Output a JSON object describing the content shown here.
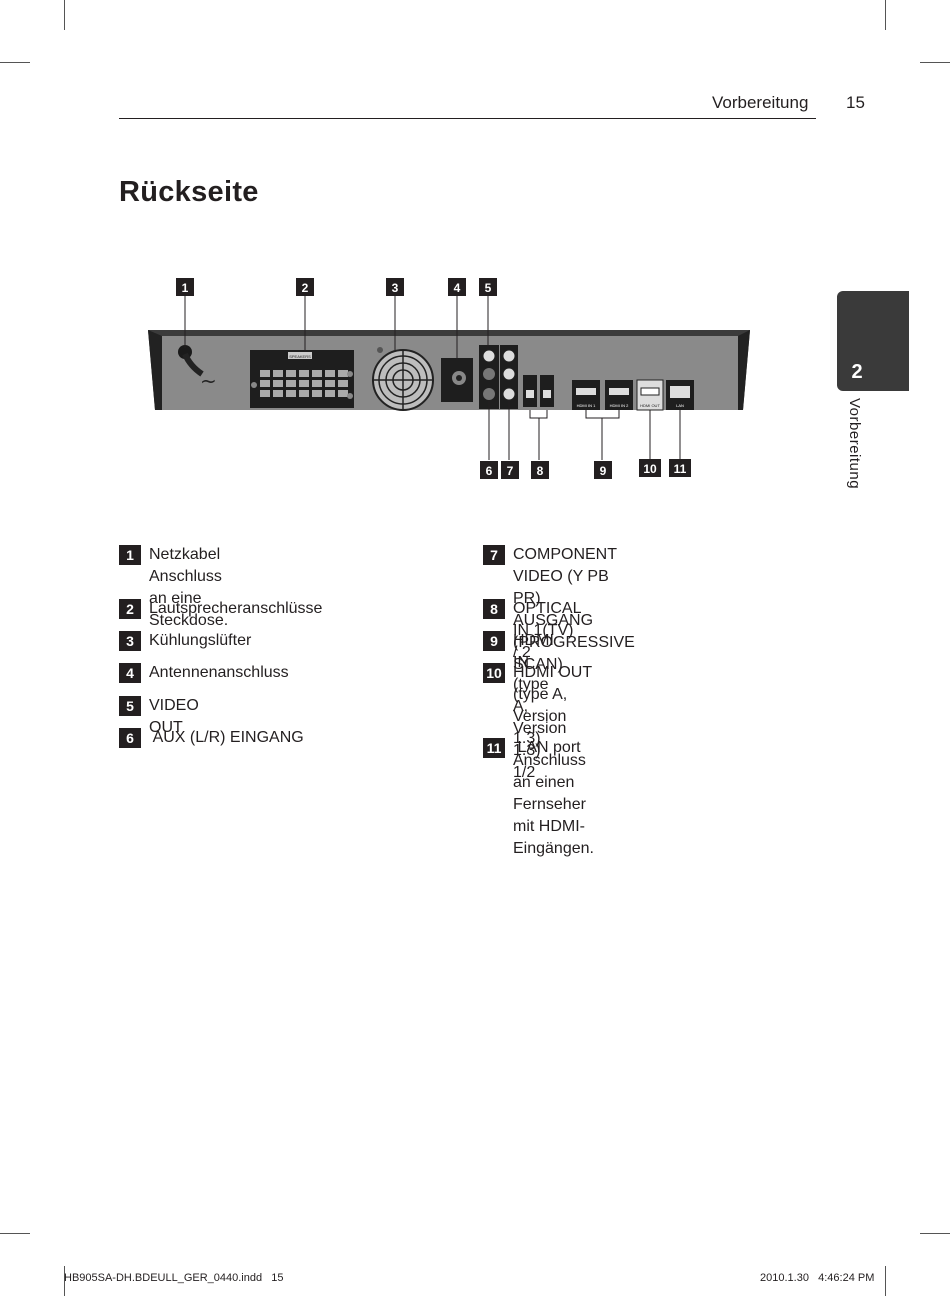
{
  "header": {
    "section": "Vorbereitung",
    "page": "15"
  },
  "title": "Rückseite",
  "side_tab": {
    "number": "2",
    "label": "Vorbereitung"
  },
  "diagram": {
    "callouts_top": [
      "1",
      "2",
      "3",
      "4",
      "5"
    ],
    "callouts_bottom": [
      "6",
      "7",
      "8",
      "9",
      "10",
      "11"
    ],
    "panel_labels": {
      "speakers": "SPEAKERS",
      "hdmi_in1": "HDMI IN 1",
      "hdmi_in2": "HDMI IN 2",
      "hdmi_out": "HDMI OUT",
      "lan": "LAN",
      "tilde": "~"
    }
  },
  "items_left": [
    {
      "num": "1",
      "lines": [
        "Netzkabel",
        "Anschluss an eine Steckdose."
      ]
    },
    {
      "num": "2",
      "lines": [
        "Lautsprecheranschlüsse"
      ]
    },
    {
      "num": "3",
      "lines": [
        "Kühlungslüfter"
      ]
    },
    {
      "num": "4",
      "lines": [
        "Antennenanschluss"
      ]
    },
    {
      "num": "5",
      "lines": [
        "VIDEO OUT"
      ]
    },
    {
      "num": "6",
      "lines": [
        " AUX (L/R) EINGANG"
      ]
    }
  ],
  "items_right": [
    {
      "num": "7",
      "lines": [
        "COMPONENT VIDEO (Y PB PR)",
        "AUSGANG (PROGRESSIVE SCAN)"
      ]
    },
    {
      "num": "8",
      "lines": [
        "OPTICAL IN 1(TV) / 2"
      ]
    },
    {
      "num": "9",
      "lines": [
        "HDMI IN (type A, Version 1.3) 1/2"
      ]
    },
    {
      "num": "10",
      "lines": [
        "HDMI OUT (type A, Version 1.3)",
        "Anschluss an einen Fernseher mit HDMI-",
        "Eingängen."
      ]
    },
    {
      "num": "11",
      "lines": [
        " LAN port"
      ]
    }
  ],
  "footer": {
    "left": "HB905SA-DH.BDEULL_GER_0440.indd   15",
    "right": "2010.1.30   4:46:24 PM"
  }
}
